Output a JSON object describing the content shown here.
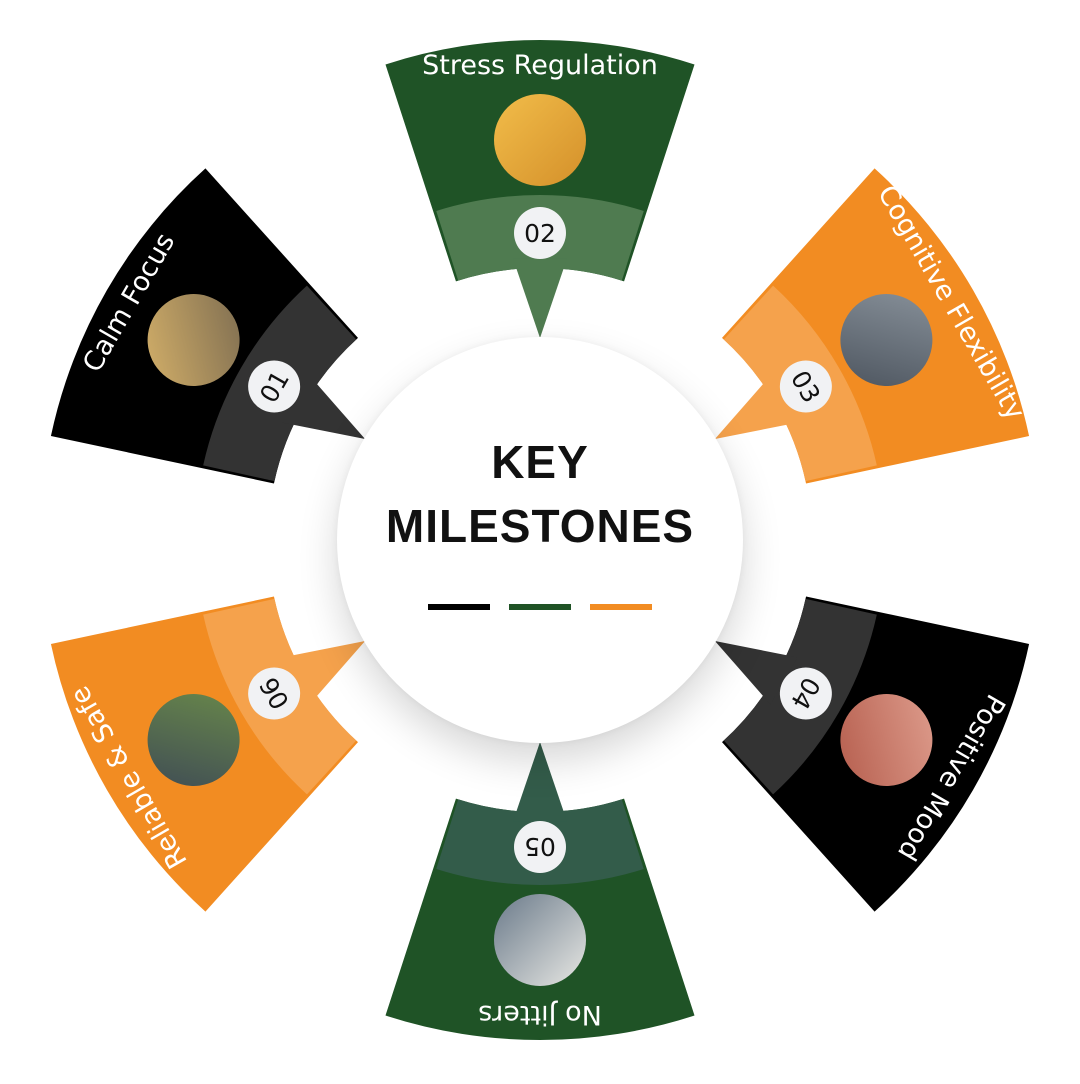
{
  "title_line1": "KEY",
  "title_line2": "MILESTONES",
  "accent_bars": [
    "#000000",
    "#1f5326",
    "#f28c22"
  ],
  "milestones": [
    {
      "number": "01",
      "label": "Calm Focus",
      "image": "woman-meditating-photo",
      "color": "#000000",
      "band": "#333333",
      "photo": [
        "#d8b36a",
        "#7a6a50"
      ]
    },
    {
      "number": "02",
      "label": "Stress Regulation",
      "image": "stressed-man-photo",
      "color": "#1f5326",
      "band": "#4f7b50",
      "photo": [
        "#f2bd4a",
        "#d4902a"
      ]
    },
    {
      "number": "03",
      "label": "Cognitive Flexibility",
      "image": "puzzle-pieces-photo",
      "color": "#f28c22",
      "band": "#f5a24c",
      "photo": [
        "#8a939c",
        "#4a525c"
      ]
    },
    {
      "number": "04",
      "label": "Positive Mood",
      "image": "happy-family-photo",
      "color": "#000000",
      "band": "#333333",
      "photo": [
        "#e0a090",
        "#b35a4a"
      ]
    },
    {
      "number": "05",
      "label": "No Jitters",
      "image": "woman-resting-photo",
      "color": "#1f5326",
      "band": "#335c4a",
      "photo": [
        "#e8e8e4",
        "#6a7a8a"
      ]
    },
    {
      "number": "06",
      "label": "Reliable & Safe",
      "image": "white-flowers-photo",
      "color": "#f28c22",
      "band": "#f5a24c",
      "photo": [
        "#3e4a55",
        "#6a8a4a"
      ]
    }
  ]
}
